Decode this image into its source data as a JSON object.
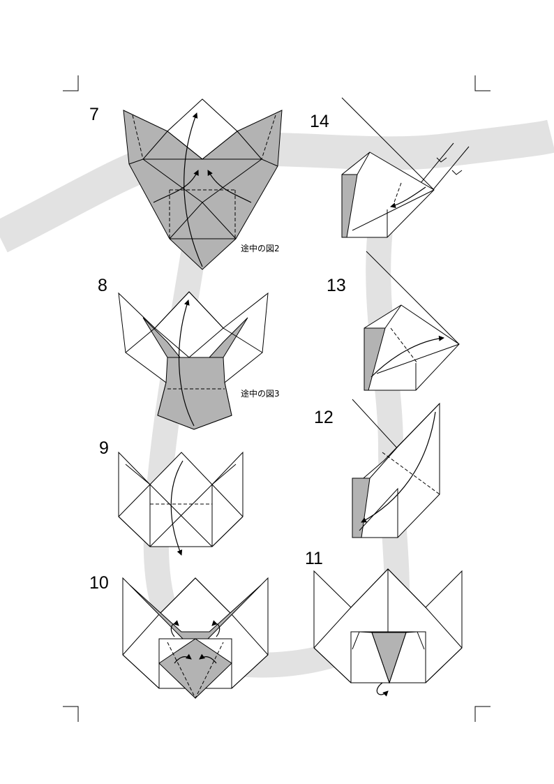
{
  "steps": [
    {
      "number": "7"
    },
    {
      "number": "8"
    },
    {
      "number": "9"
    },
    {
      "number": "10"
    },
    {
      "number": "11"
    },
    {
      "number": "12"
    },
    {
      "number": "13"
    },
    {
      "number": "14"
    }
  ],
  "notes": {
    "midway_2": "途中の図2",
    "midway_3": "途中の図3"
  },
  "colors": {
    "paper_shade": "#b3b3b3",
    "ribbon": "#e2e2e2",
    "line": "#000000"
  }
}
